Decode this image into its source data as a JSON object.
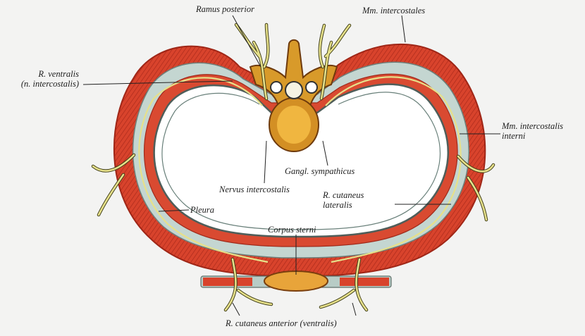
{
  "labels": {
    "ramus_posterior": "Ramus posterior",
    "mm_intercostales": "Mm. intercostales",
    "r_ventralis": "R. ventralis",
    "n_intercostalis": "(n. intercostalis)",
    "mm_intercostalis_interni_1": "Mm. intercostalis",
    "mm_intercostalis_interni_2": "interni",
    "gangl_sympathicus": "Gangl. sympathicus",
    "nervus_intercostalis": "Nervus intercostalis",
    "r_cutaneus_lateralis_1": "R. cutaneus",
    "r_cutaneus_lateralis_2": "lateralis",
    "pleura": "Pleura",
    "corpus_sterni": "Corpus sterni",
    "r_cutaneus_anterior": "R. cutaneus anterior (ventralis)"
  },
  "colors": {
    "background": "#f3f3f2",
    "muscle": "#d8432c",
    "muscle_dark": "#b12d1c",
    "fascia": "#b9cdc8",
    "pleura": "#5f6f6a",
    "nerve": "#e6e08a",
    "nerve_outline": "#3e3c16",
    "bone": "#d89a2a",
    "bone_dark": "#8a4a12",
    "marrow": "#f0b640"
  }
}
